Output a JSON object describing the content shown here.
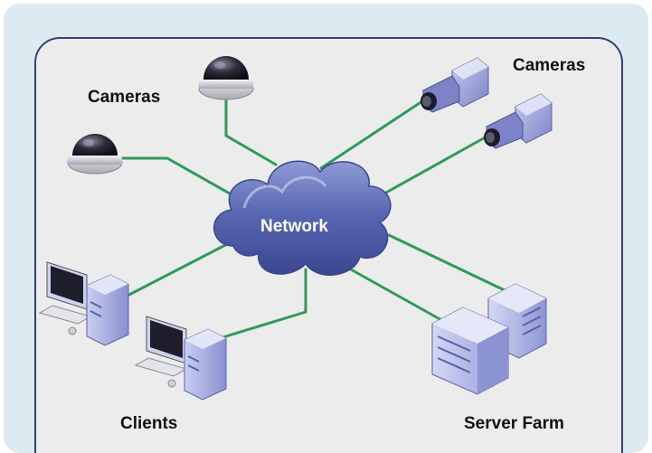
{
  "labels": {
    "cameras_left": "Cameras",
    "cameras_right": "Cameras",
    "network": "Network",
    "clients": "Clients",
    "server_farm": "Server Farm"
  },
  "colors": {
    "connection_line": "#2f9a5c",
    "cloud_fill": "#4f5fa8",
    "panel_border": "#3d3d7e",
    "panel_bg": "#ececec",
    "frame_bg": "#dcebf1"
  },
  "nodes": [
    {
      "type": "dome-camera",
      "group": "cameras"
    },
    {
      "type": "dome-camera",
      "group": "cameras"
    },
    {
      "type": "box-camera",
      "group": "cameras"
    },
    {
      "type": "box-camera",
      "group": "cameras"
    },
    {
      "type": "client-workstation",
      "group": "clients"
    },
    {
      "type": "client-workstation",
      "group": "clients"
    },
    {
      "type": "server",
      "group": "server-farm"
    },
    {
      "type": "server",
      "group": "server-farm"
    }
  ]
}
